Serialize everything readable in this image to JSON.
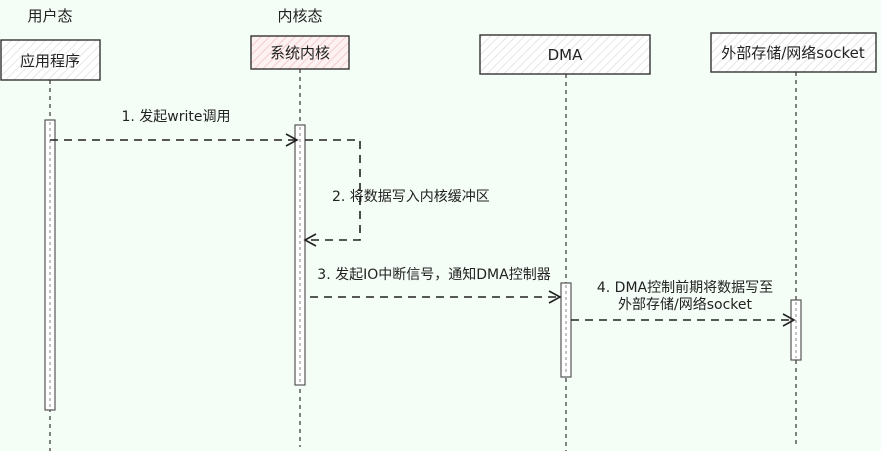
{
  "diagram": {
    "type": "sequence",
    "zones": [
      {
        "label": "用户态"
      },
      {
        "label": "内核态"
      }
    ],
    "participants": [
      {
        "id": "app",
        "label": "应用程序",
        "fill": "#ffffff",
        "hatch": "#e3e3e3"
      },
      {
        "id": "kernel",
        "label": "系统内核",
        "fill": "#fdeeee",
        "hatch": "#f3c9c9"
      },
      {
        "id": "dma",
        "label": "DMA",
        "fill": "#ffffff",
        "hatch": "#e3e3e3"
      },
      {
        "id": "ext",
        "label": "外部存储/网络socket",
        "fill": "#ffffff",
        "hatch": "#e3e3e3"
      }
    ],
    "messages": [
      {
        "from": "app",
        "to": "kernel",
        "label": "1. 发起write调用"
      },
      {
        "from": "kernel",
        "to": "kernel",
        "label": "2. 将数据写入内核缓冲区"
      },
      {
        "from": "kernel",
        "to": "dma",
        "label": "3. 发起IO中断信号，通知DMA控制器"
      },
      {
        "from": "dma",
        "to": "ext",
        "label_lines": [
          "4. DMA控制前期将数据写至",
          "外部存储/网络socket"
        ]
      }
    ],
    "colors": {
      "background": "#f5fdf7",
      "line": "#333333",
      "text": "#222222"
    }
  }
}
